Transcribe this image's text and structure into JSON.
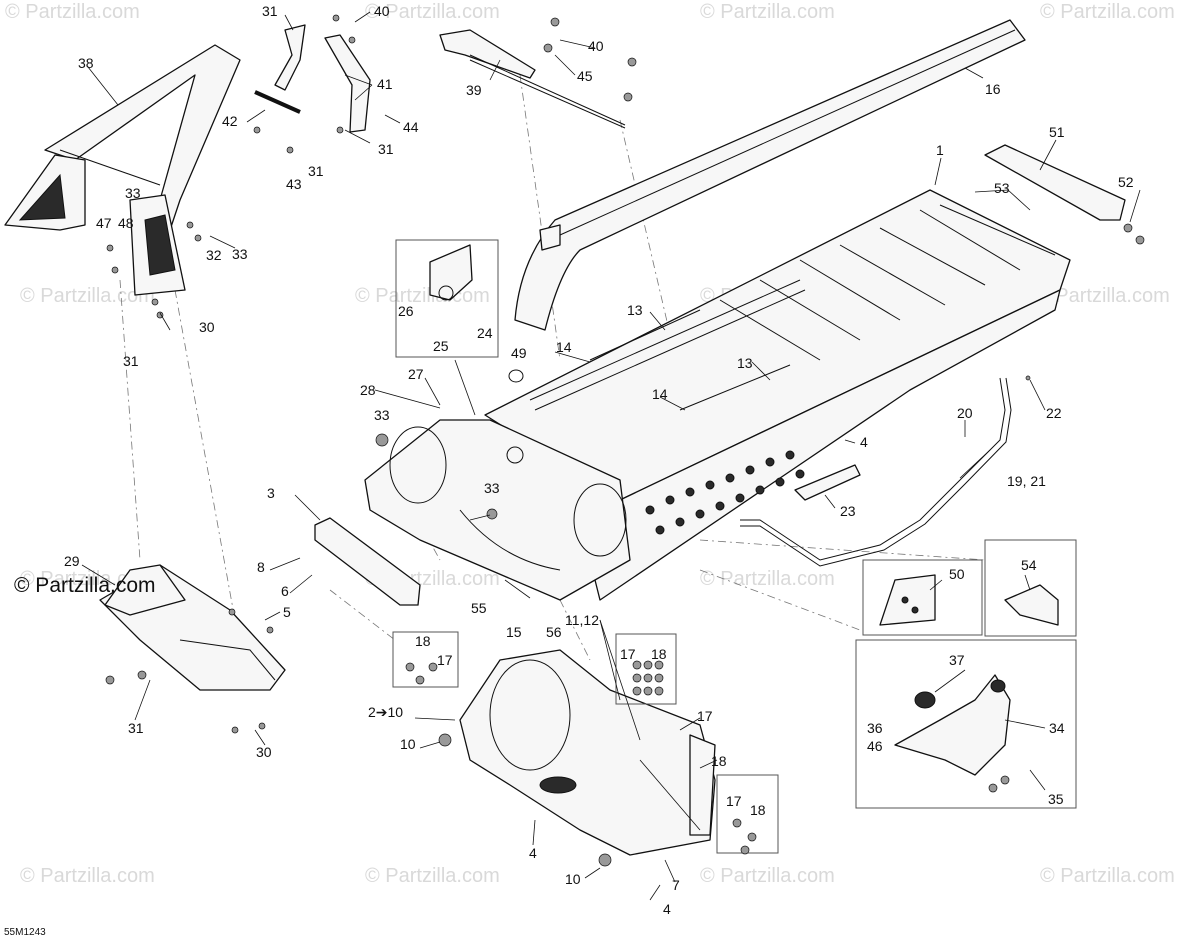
{
  "watermark": "© Partzilla.com",
  "copyright": "© Partzilla.com",
  "figure_code": "55M1243",
  "callouts": [
    {
      "id": "c1",
      "text": "1"
    },
    {
      "id": "c2-10",
      "text": "2➔10"
    },
    {
      "id": "c3",
      "text": "3"
    },
    {
      "id": "c4a",
      "text": "4"
    },
    {
      "id": "c4b",
      "text": "4"
    },
    {
      "id": "c4c",
      "text": "4"
    },
    {
      "id": "c5",
      "text": "5"
    },
    {
      "id": "c6",
      "text": "6"
    },
    {
      "id": "c7",
      "text": "7"
    },
    {
      "id": "c8",
      "text": "8"
    },
    {
      "id": "c10a",
      "text": "10"
    },
    {
      "id": "c10b",
      "text": "10"
    },
    {
      "id": "c11-12",
      "text": "11,12"
    },
    {
      "id": "c13a",
      "text": "13"
    },
    {
      "id": "c13b",
      "text": "13"
    },
    {
      "id": "c14a",
      "text": "14"
    },
    {
      "id": "c14b",
      "text": "14"
    },
    {
      "id": "c15",
      "text": "15"
    },
    {
      "id": "c16",
      "text": "16"
    },
    {
      "id": "c17a",
      "text": "17"
    },
    {
      "id": "c17b",
      "text": "17"
    },
    {
      "id": "c17c",
      "text": "17"
    },
    {
      "id": "c17d",
      "text": "17"
    },
    {
      "id": "c18a",
      "text": "18"
    },
    {
      "id": "c18b",
      "text": "18"
    },
    {
      "id": "c18c",
      "text": "18"
    },
    {
      "id": "c18d",
      "text": "18"
    },
    {
      "id": "c19-21",
      "text": "19, 21"
    },
    {
      "id": "c20",
      "text": "20"
    },
    {
      "id": "c22",
      "text": "22"
    },
    {
      "id": "c23",
      "text": "23"
    },
    {
      "id": "c24",
      "text": "24"
    },
    {
      "id": "c25",
      "text": "25"
    },
    {
      "id": "c26",
      "text": "26"
    },
    {
      "id": "c27",
      "text": "27"
    },
    {
      "id": "c28",
      "text": "28"
    },
    {
      "id": "c29",
      "text": "29"
    },
    {
      "id": "c30a",
      "text": "30"
    },
    {
      "id": "c30b",
      "text": "30"
    },
    {
      "id": "c31a",
      "text": "31"
    },
    {
      "id": "c31b",
      "text": "31"
    },
    {
      "id": "c31c",
      "text": "31"
    },
    {
      "id": "c31d",
      "text": "31"
    },
    {
      "id": "c31e",
      "text": "31"
    },
    {
      "id": "c32",
      "text": "32"
    },
    {
      "id": "c33a",
      "text": "33"
    },
    {
      "id": "c33b",
      "text": "33"
    },
    {
      "id": "c33c",
      "text": "33"
    },
    {
      "id": "c33d",
      "text": "33"
    },
    {
      "id": "c34",
      "text": "34"
    },
    {
      "id": "c35",
      "text": "35"
    },
    {
      "id": "c36",
      "text": "36"
    },
    {
      "id": "c37",
      "text": "37"
    },
    {
      "id": "c38",
      "text": "38"
    },
    {
      "id": "c39",
      "text": "39"
    },
    {
      "id": "c40a",
      "text": "40"
    },
    {
      "id": "c40b",
      "text": "40"
    },
    {
      "id": "c41",
      "text": "41"
    },
    {
      "id": "c42",
      "text": "42"
    },
    {
      "id": "c43",
      "text": "43"
    },
    {
      "id": "c44",
      "text": "44"
    },
    {
      "id": "c45",
      "text": "45"
    },
    {
      "id": "c46",
      "text": "46"
    },
    {
      "id": "c47",
      "text": "47"
    },
    {
      "id": "c48",
      "text": "48"
    },
    {
      "id": "c49",
      "text": "49"
    },
    {
      "id": "c50",
      "text": "50"
    },
    {
      "id": "c51",
      "text": "51"
    },
    {
      "id": "c52",
      "text": "52"
    },
    {
      "id": "c53",
      "text": "53"
    },
    {
      "id": "c54",
      "text": "54"
    },
    {
      "id": "c55",
      "text": "55"
    },
    {
      "id": "c56",
      "text": "56"
    }
  ]
}
